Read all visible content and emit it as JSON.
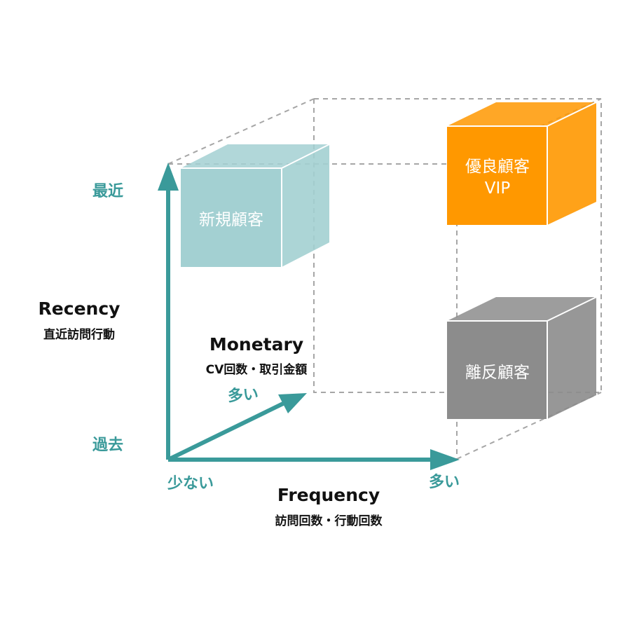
{
  "recency_axis": {
    "title": "Recency",
    "subtitle": "直近訪問行動",
    "high_label": "最近",
    "low_label": "過去"
  },
  "frequency_axis": {
    "title": "Frequency",
    "subtitle": "訪問回数・行動回数",
    "low_label": "少ない",
    "high_label": "多い"
  },
  "monetary_axis": {
    "title": "Monetary",
    "subtitle": "CV回数・取引金額",
    "high_label": "多い"
  },
  "segments": {
    "new": {
      "label": "新規顧客",
      "color": "#a3d0d2"
    },
    "vip": {
      "label_line1": "優良顧客",
      "label_line2": "VIP",
      "color": "#ff9800"
    },
    "lapsed": {
      "label": "離反顧客",
      "color": "#8c8c8c"
    }
  },
  "colors": {
    "axis": "#3a9a9a",
    "guide": "#a6a6a6"
  }
}
